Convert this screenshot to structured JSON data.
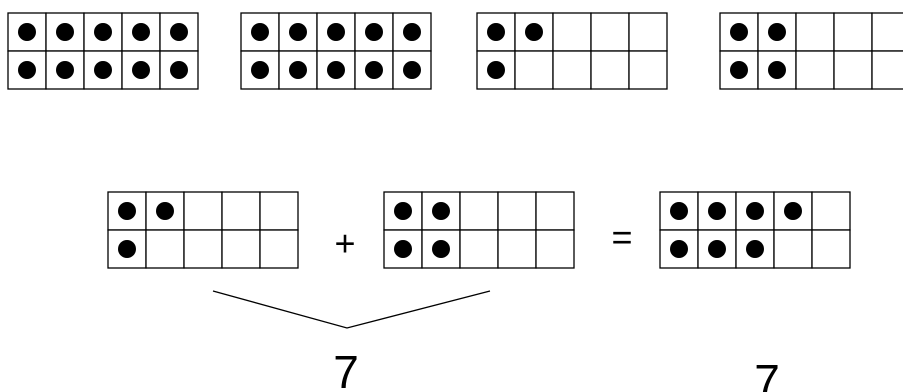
{
  "colors": {
    "ink": "#000000",
    "background": "#ffffff"
  },
  "frame_shape": {
    "rows": 2,
    "cols": 5
  },
  "top_row": [
    {
      "id": "frame-1",
      "dots": [
        5,
        5
      ]
    },
    {
      "id": "frame-2",
      "dots": [
        5,
        5
      ]
    },
    {
      "id": "frame-3",
      "dots": [
        2,
        1
      ]
    },
    {
      "id": "frame-4",
      "dots": [
        2,
        2
      ]
    }
  ],
  "equation": {
    "left": {
      "id": "addend-1",
      "dots": [
        2,
        1
      ]
    },
    "right": {
      "id": "addend-2",
      "dots": [
        2,
        2
      ]
    },
    "result": {
      "id": "sum",
      "dots": [
        4,
        3
      ]
    },
    "plus_sign": "+",
    "equals_sign": "=",
    "sum_label": "7",
    "result_label": "7"
  }
}
